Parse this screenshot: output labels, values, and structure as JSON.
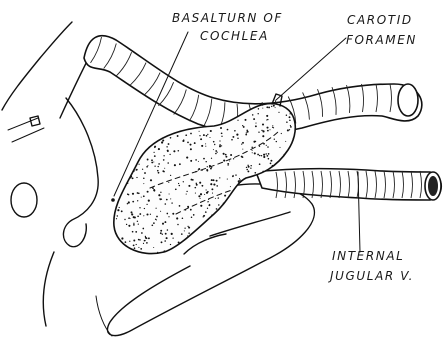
{
  "labels": {
    "basal_turn_line1": "BASALTURN OF",
    "basal_turn_line2": "COCHLEA",
    "carotid_line1": "CAROTID",
    "carotid_line2": "FORAMEN",
    "jugular_line1": "INTERNAL",
    "jugular_line2": "JUGULAR V."
  }
}
